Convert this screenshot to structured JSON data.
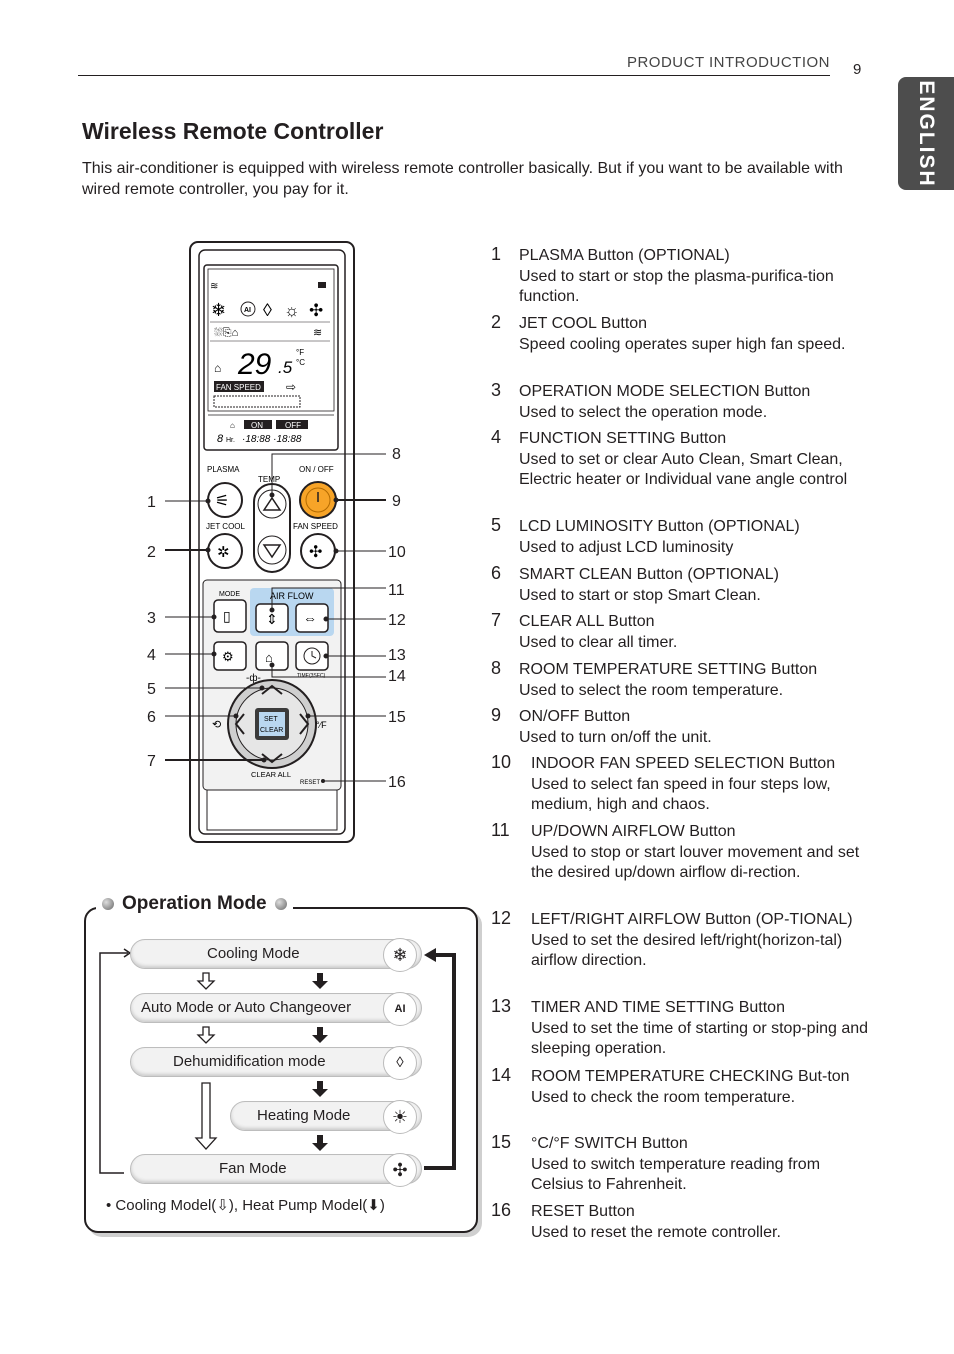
{
  "header": {
    "section": "PRODUCT INTRODUCTION",
    "page_number": "9",
    "side_tab": "ENGLISH"
  },
  "title": "Wireless Remote Controller",
  "intro": "This air-conditioner is equipped with wireless remote controller basically. But if you want to be available with wired remote controller, you pay for it.",
  "remote": {
    "labels": {
      "plasma": "PLASMA",
      "temp": "TEMP",
      "onoff": "ON / OFF",
      "jetcool": "JET COOL",
      "fanspeed": "FAN SPEED",
      "mode": "MODE",
      "airflow": "AIR FLOW",
      "set": "SET",
      "clear": "CLEAR",
      "clearall": "CLEAR ALL",
      "reset": "RESET",
      "time": "TIME(3SEC)",
      "unit_f": "°F",
      "unit_c": "°C"
    },
    "display": {
      "temp": "29",
      "decimal": ".5",
      "fan_speed": "FAN SPEED",
      "on": "ON",
      "off": "OFF",
      "hr": "Hr."
    },
    "callouts": [
      "1",
      "2",
      "3",
      "4",
      "5",
      "6",
      "7",
      "8",
      "9",
      "10",
      "11",
      "12",
      "13",
      "14",
      "15",
      "16"
    ]
  },
  "items": [
    {
      "num": "1",
      "name": "PLASMA Button (OPTIONAL)",
      "desc": "Used to start or stop the plasma-purifica-tion function."
    },
    {
      "num": "2",
      "name": "JET COOL Button",
      "desc": "Speed cooling operates super high fan speed."
    },
    {
      "num": "3",
      "name": "OPERATION MODE SELECTION Button",
      "desc": "Used to select the operation mode."
    },
    {
      "num": "4",
      "name": "FUNCTION SETTING Button",
      "desc": "Used to set or clear Auto Clean, Smart Clean, Electric heater or Individual vane angle control"
    },
    {
      "num": "5",
      "name": "LCD LUMINOSITY Button (OPTIONAL)",
      "desc": "Used to adjust LCD luminosity"
    },
    {
      "num": "6",
      "name": "SMART CLEAN Button (OPTIONAL)",
      "desc": "Used to start or stop Smart Clean."
    },
    {
      "num": "7",
      "name": "CLEAR ALL Button",
      "desc": "Used to clear all timer."
    },
    {
      "num": "8",
      "name": "ROOM TEMPERATURE SETTING Button",
      "desc": "Used to select the room temperature."
    },
    {
      "num": "9",
      "name": "ON/OFF Button",
      "desc": "Used to turn on/off the unit."
    },
    {
      "num": "10",
      "name": "INDOOR FAN SPEED SELECTION Button",
      "desc": "Used to select fan speed in four steps low, medium, high and chaos."
    },
    {
      "num": "11",
      "name": "UP/DOWN AIRFLOW Button",
      "desc": "Used to stop or start louver movement and set the desired up/down airflow di-rection."
    },
    {
      "num": "12",
      "name": "LEFT/RIGHT AIRFLOW Button (OP-TIONAL)",
      "desc": "Used to set the desired left/right(horizon-tal) airflow direction."
    },
    {
      "num": "13",
      "name": "TIMER AND TIME SETTING Button",
      "desc": "Used to set the time of starting or stop-ping and sleeping operation."
    },
    {
      "num": "14",
      "name": "ROOM TEMPERATURE CHECKING But-ton",
      "desc": "Used to check the room temperature."
    },
    {
      "num": "15",
      "name": "°C/°F SWITCH Button",
      "desc": "Used to switch temperature reading from Celsius to Fahrenheit."
    },
    {
      "num": "16",
      "name": "RESET Button",
      "desc": "Used to reset the remote controller."
    }
  ],
  "operation_mode": {
    "title": "Operation Mode",
    "modes": [
      {
        "label": "Cooling Mode",
        "icon": "snowflake-icon",
        "glyph": "❄"
      },
      {
        "label": "Auto Mode or Auto Changeover",
        "icon": "auto-ai-icon",
        "glyph": "AI"
      },
      {
        "label": "Dehumidification mode",
        "icon": "droplet-icon",
        "glyph": "💧"
      },
      {
        "label": "Heating Mode",
        "icon": "sun-icon",
        "glyph": "☀"
      },
      {
        "label": "Fan Mode",
        "icon": "fan-icon",
        "glyph": "✣"
      }
    ],
    "note_prefix": "• Cooling Model(",
    "note_mid": "), Heat Pump Model(",
    "note_suffix": ")"
  }
}
